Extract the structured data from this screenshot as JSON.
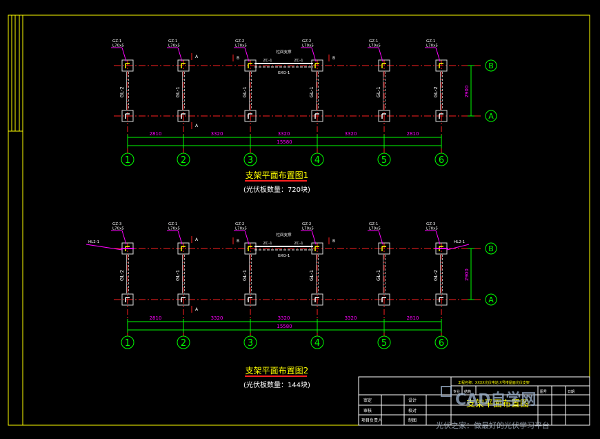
{
  "drawing": {
    "plan1": {
      "title": "支架平面布置图1",
      "note": "(光伏板数量：720块)",
      "axes_numbers": [
        "1",
        "2",
        "3",
        "4",
        "5",
        "6"
      ],
      "axes_letters": [
        "A",
        "B"
      ],
      "spans": [
        "2810",
        "3320",
        "3320",
        "3320",
        "2810"
      ],
      "total": "15580",
      "depth": "2900",
      "column_labels": [
        {
          "code": "GZ-1",
          "size": "L70x5"
        },
        {
          "code": "GZ-1",
          "size": "L70x5"
        },
        {
          "code": "GZ-2",
          "size": "L70x5"
        },
        {
          "code": "GZ-2",
          "size": "L70x5"
        },
        {
          "code": "GZ-1",
          "size": "L70x5"
        },
        {
          "code": "GZ-1",
          "size": "L70x5"
        }
      ],
      "beam_labels": [
        "GL-2",
        "GL-1",
        "GL-1",
        "GL-1",
        "GL-1",
        "GL-2"
      ],
      "brace": {
        "left": "ZC-1",
        "right": "ZC-1",
        "top": "柱间支撑",
        "bottom": "GXG-1"
      },
      "section_marks": [
        "A",
        "A",
        "B",
        "B"
      ]
    },
    "plan2": {
      "title": "支架平面布置图2",
      "note": "(光伏板数量：144块)",
      "axes_numbers": [
        "1",
        "2",
        "3",
        "4",
        "5",
        "6"
      ],
      "axes_letters": [
        "A",
        "B"
      ],
      "spans": [
        "2810",
        "3320",
        "3320",
        "3320",
        "2810"
      ],
      "total": "15580",
      "depth": "2900",
      "column_labels": [
        {
          "code": "GZ-3",
          "size": "L70x5"
        },
        {
          "code": "GZ-1",
          "size": "L70x5"
        },
        {
          "code": "GZ-2",
          "size": "L70x5"
        },
        {
          "code": "GZ-2",
          "size": "L70x5"
        },
        {
          "code": "GZ-1",
          "size": "L70x5"
        },
        {
          "code": "GZ-3",
          "size": "L70x5"
        }
      ],
      "side_labels": {
        "left_top": "GZ-3",
        "left_code": "HL2-1",
        "right_top": "GZ-3",
        "right_code": "HL2-1"
      },
      "beam_labels": [
        "GL-2",
        "GL-1",
        "GL-1",
        "GL-1",
        "GL-1",
        "GL-2"
      ],
      "brace": {
        "left": "ZC-1",
        "right": "ZC-1",
        "top": "柱间支撑",
        "bottom": "GXG-1"
      },
      "section_marks": [
        "A",
        "A",
        "B",
        "B"
      ]
    }
  },
  "title_block": {
    "project": "工程名称：XXXX光伏电站 X号楼屋面光伏支架",
    "drawing_name": "支架平面布置图",
    "rows": [
      "审定",
      "审核",
      "项目负责人",
      "设计",
      "校对",
      "制图"
    ],
    "headers": [
      "专业",
      "结构",
      "图号",
      "日期"
    ]
  },
  "watermark": {
    "brand": "CAD自学网",
    "slogan": "光伏之家：做最好的光伏学习平台"
  },
  "colors": {
    "frame": "#ffff00",
    "axis": "#ff2020",
    "dim": "#00ff00",
    "text": "#ffffff",
    "leader": "#ff00ff",
    "column": "#ffffff",
    "label": "#ffff00"
  }
}
